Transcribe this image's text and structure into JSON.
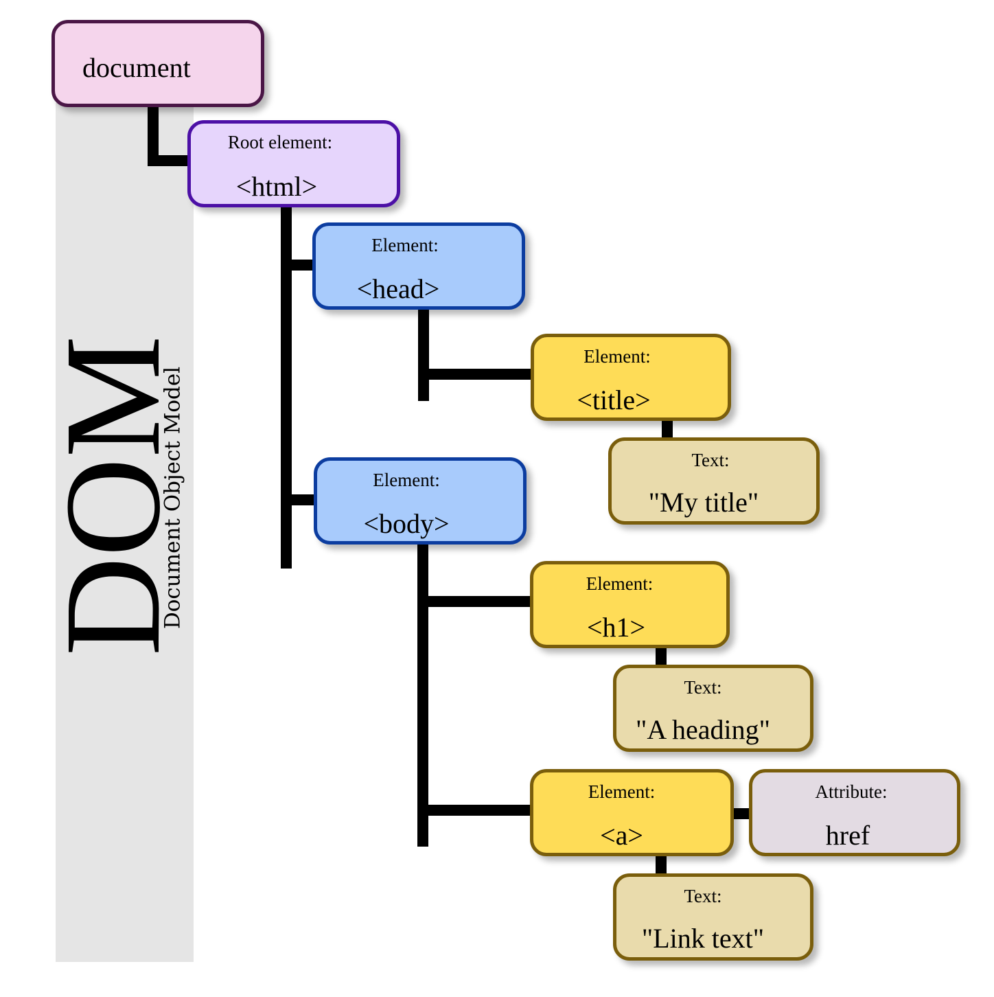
{
  "sidebar": {
    "title": "DOM",
    "subtitle": "Document Object Model"
  },
  "nodes": {
    "document": {
      "value": "document",
      "fill": "#f5d5ec",
      "border": "#4a1646"
    },
    "html": {
      "label": "Root element:",
      "value": "<html>",
      "fill": "#e6d5fc",
      "border": "#4c10a6"
    },
    "head": {
      "label": "Element:",
      "value": "<head>",
      "fill": "#a8cbfc",
      "border": "#0c3da0"
    },
    "title": {
      "label": "Element:",
      "value": "<title>",
      "fill": "#fedc57",
      "border": "#7a5e0c"
    },
    "title_text": {
      "label": "Text:",
      "value": "\"My title\"",
      "fill": "#e9dbac",
      "border": "#7a5e0c"
    },
    "body": {
      "label": "Element:",
      "value": "<body>",
      "fill": "#a8cbfc",
      "border": "#0c3da0"
    },
    "h1": {
      "label": "Element:",
      "value": "<h1>",
      "fill": "#fedc57",
      "border": "#7a5e0c"
    },
    "h1_text": {
      "label": "Text:",
      "value": "\"A heading\"",
      "fill": "#e9dbac",
      "border": "#7a5e0c"
    },
    "a": {
      "label": "Element:",
      "value": "<a>",
      "fill": "#fedc57",
      "border": "#7a5e0c"
    },
    "attr": {
      "label": "Attribute:",
      "value": "href",
      "fill": "#e3dbe3",
      "border": "#7a5e0c"
    },
    "a_text": {
      "label": "Text:",
      "value": "\"Link text\"",
      "fill": "#e9dbac",
      "border": "#7a5e0c"
    }
  }
}
